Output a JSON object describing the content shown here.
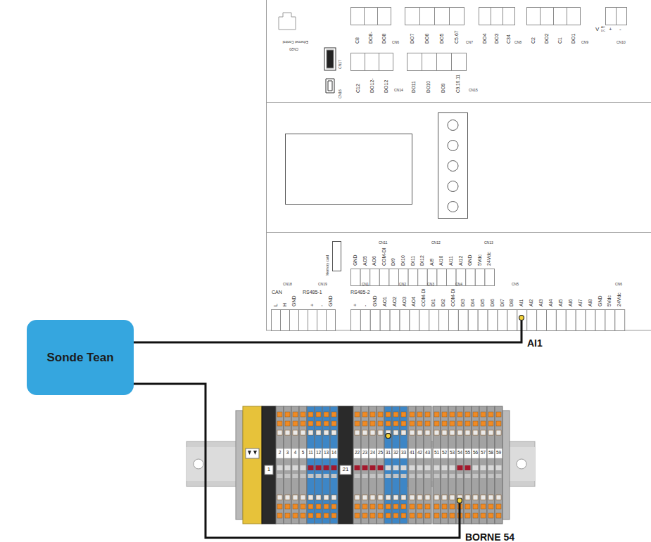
{
  "diagram": {
    "nodes": [
      {
        "text": [
          "Sonde Tean"
        ]
      }
    ],
    "labels": [
      "C8",
      "DO8-",
      "DO8",
      "CN6",
      "DO7",
      "DO6",
      "DO5",
      "C5.67",
      "CN7",
      "DO4",
      "DO3",
      "C34",
      "CN8",
      "C2",
      "DO2",
      "C1",
      "DO1",
      "CN9",
      "V",
      "AC",
      "DC",
      "+",
      "-",
      "CN10",
      "C12",
      "DO12-",
      "DO12",
      "CN14",
      "DO11",
      "DO10",
      "DO9",
      "C9.10.11",
      "CN15",
      "Ethernet Control",
      "CN20",
      "CN17",
      "CN16",
      "Memory card",
      "GND",
      "AO5",
      "AO6",
      "COM-DI",
      "DI9",
      "DI10",
      "DI11",
      "DI12",
      "AI9",
      "AI10",
      "AI11",
      "AI12",
      "GND",
      "5Vdc",
      "24Vdc",
      "CN11",
      "CN12",
      "CN13",
      "CAN",
      "L",
      "H",
      "GND",
      "CN18",
      "RS485-1",
      "+",
      "-",
      "GND",
      "CN19",
      "RS485-2",
      "+",
      "-",
      "GND",
      "AO1",
      "AO2",
      "AO3",
      "AO4",
      "COM-DI",
      "DI1",
      "DI2",
      "COM-DI",
      "DI3",
      "DI4",
      "DI5",
      "DI6",
      "DI7",
      "DI8",
      "AI1",
      "AI2",
      "AI3",
      "AI4",
      "AI5",
      "AI6",
      "AI7",
      "AI8",
      "GND",
      "5Vdc",
      "24Vdc",
      "CN1",
      "CN2",
      "CN3",
      "CN4",
      "CN5",
      "CN6",
      "2",
      "3",
      "4",
      "5",
      "11",
      "12",
      "13",
      "14",
      "1",
      "21",
      "22",
      "23",
      "24",
      "25",
      "31",
      "32",
      "33",
      "41",
      "42",
      "43",
      "51",
      "52",
      "53",
      "54",
      "55",
      "56",
      "57",
      "58",
      "59",
      "AI1",
      "BORNE 54"
    ]
  }
}
